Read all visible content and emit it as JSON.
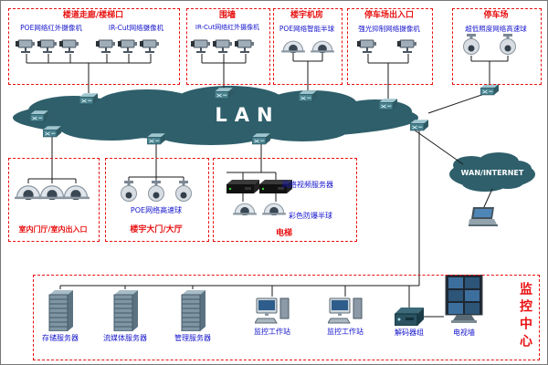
{
  "diagram": {
    "lan": "LAN",
    "wan": "WAN/INTERNET",
    "monitor_center": "监控中心",
    "groups": {
      "corridor": {
        "title": "楼道走廊/楼梯口",
        "label_a": "POE网络红外摄像机",
        "label_b": "IR-Cut网络摄像机"
      },
      "wall": {
        "title": "围墙",
        "label": "IR-Cut网络红外摄像机"
      },
      "machine_room": {
        "title": "楼宇机房",
        "label": "POE网络智能半球"
      },
      "parking_gate": {
        "title": "停车场出入口",
        "label": "强光抑制网络摄像机"
      },
      "parking": {
        "title": "停车场",
        "label": "超低照度网络高速球"
      },
      "lobby": {
        "title": "室内门厅/室内出入口"
      },
      "hall": {
        "title": "楼宇大门/大厅",
        "label": "POE网络高速球"
      },
      "elevator": {
        "title": "电梯",
        "label_server": "网络视频服务器",
        "label_dome": "彩色防爆半球"
      }
    },
    "monitor_devices": {
      "storage": "存储服务器",
      "stream": "流媒体服务器",
      "mgmt": "管理服务器",
      "ws1": "监控工作站",
      "ws2": "监控工作站",
      "decoder": "解码器组",
      "tvwall": "电视墙"
    },
    "colors": {
      "cloud": "#2e5f6b",
      "accent_red": "#e81111",
      "label_blue": "#1414cc",
      "line": "#1a1a1a"
    }
  }
}
